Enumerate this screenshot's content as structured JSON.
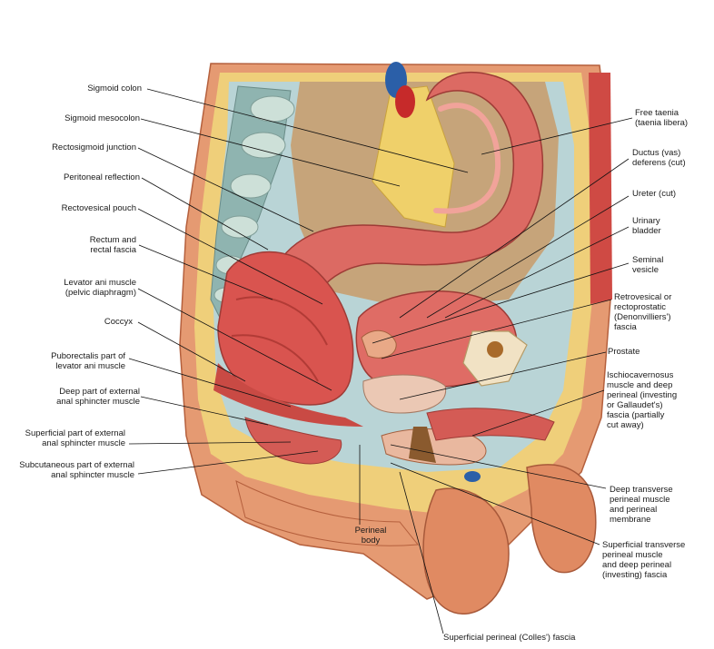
{
  "colors": {
    "muscle": "#d9544f",
    "muscle_light": "#ec8e86",
    "fat": "#e8c35a",
    "fascia": "#a9c9cf",
    "skin": "#e08a62",
    "bone": "#f1e2c4",
    "vein": "#2b5fa8",
    "artery": "#c62a2a",
    "leader_line": "#111111"
  },
  "labels_left": {
    "sigmoid_colon": "Sigmoid colon",
    "sigmoid_mesocolon": "Sigmoid mesocolon",
    "rectosigmoid_junction": "Rectosigmoid junction",
    "peritoneal_reflection": "Peritoneal reflection",
    "rectovesical_pouch": "Rectovesical pouch",
    "rectum_fascia": "Rectum and\nrectal fascia",
    "levator_ani": "Levator ani muscle\n(pelvic diaphragm)",
    "coccyx": "Coccyx",
    "puborectalis": "Puborectalis part of\nlevator ani muscle",
    "deep_sphincter": "Deep part of external\nanal sphincter muscle",
    "superficial_sphincter": "Superficial part of external\nanal sphincter muscle",
    "subcutaneous_sphincter": "Subcutaneous part of external\nanal sphincter muscle"
  },
  "labels_right": {
    "free_taenia": "Free taenia\n(taenia libera)",
    "ductus_deferens": "Ductus (vas)\ndeferens (cut)",
    "ureter": "Ureter (cut)",
    "urinary_bladder": "Urinary\nbladder",
    "seminal_vesicle": "Seminal\nvesicle",
    "retrovesical_fascia": "Retrovesical or\nrectoprostatic\n(Denonvilliers')\nfascia",
    "prostate": "Prostate",
    "ischiocavernosus": "Ischiocavernosus\nmuscle and deep\nperineal (investing\nor Gallaudet's)\nfascia (partially\ncut away)",
    "deep_transverse": "Deep transverse\nperineal muscle\nand perineal\nmembrane",
    "superficial_transverse": "Superficial transverse\nperineal muscle\nand deep perineal\n(investing) fascia"
  },
  "labels_bottom": {
    "perineal_body": "Perineal\nbody",
    "colles_fascia": "Superficial perineal (Colles') fascia"
  }
}
